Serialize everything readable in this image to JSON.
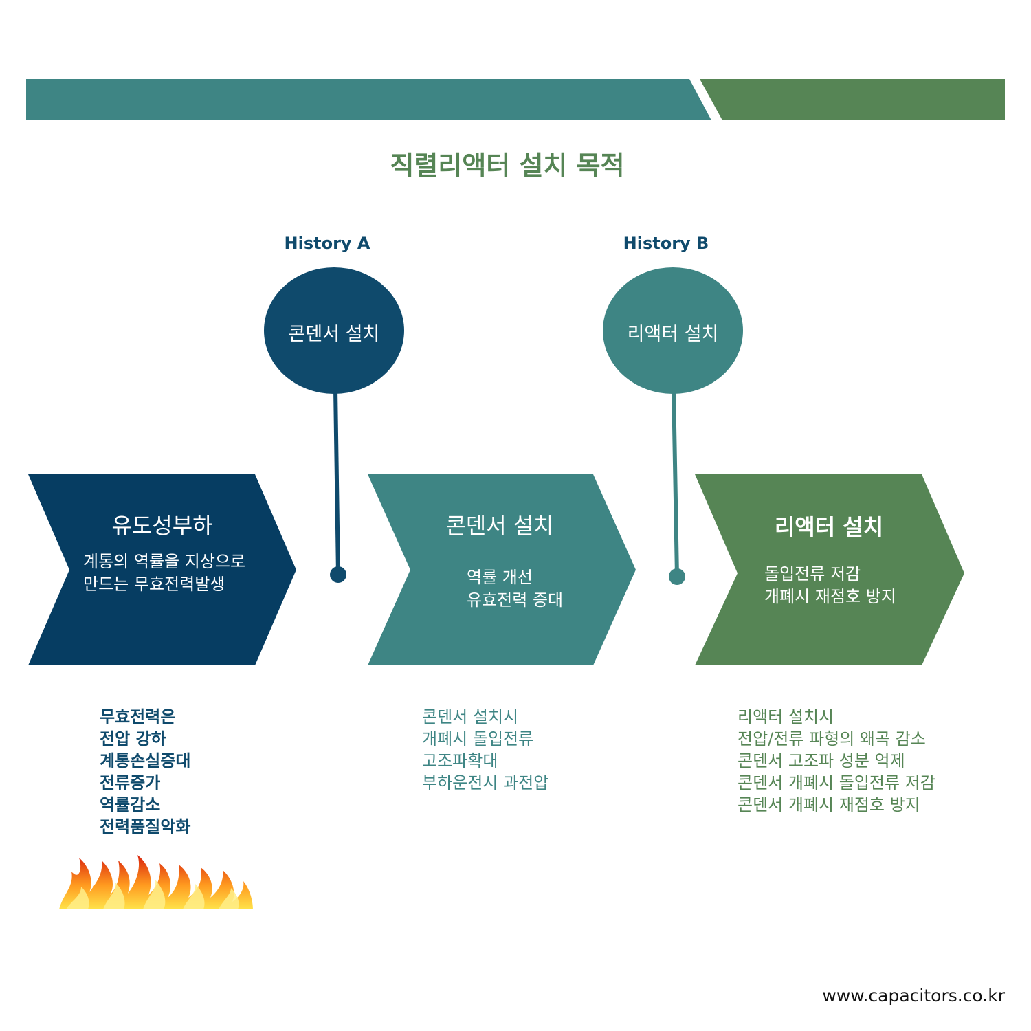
{
  "title": "직렬리액터 설치 목적",
  "colors": {
    "navy": "#0f4a6c",
    "navy_dark": "#063d62",
    "teal": "#3e8584",
    "green": "#568555"
  },
  "history": [
    {
      "label": "History A",
      "bubble_text": "콘덴서 설치"
    },
    {
      "label": "History B",
      "bubble_text": "리액터 설치"
    }
  ],
  "stages": [
    {
      "title": "유도성부하",
      "lines": [
        "계통의 역률을 지상으로",
        "만드는 무효전력발생"
      ]
    },
    {
      "title": "콘덴서 설치",
      "lines": [
        "역률 개선",
        "유효전력 증대"
      ]
    },
    {
      "title": "리액터 설치",
      "lines": [
        "돌입전류 저감",
        "개폐시 재점호 방지"
      ]
    }
  ],
  "notes": [
    {
      "lines": [
        "무효전력은",
        "전압 강하",
        "계통손실증대",
        "전류증가",
        "역률감소",
        "전력품질악화"
      ]
    },
    {
      "lines": [
        "콘덴서 설치시",
        "개폐시 돌입전류",
        "고조파확대",
        "부하운전시 과전압"
      ]
    },
    {
      "lines": [
        "리액터 설치시",
        "전압/전류 파형의 왜곡 감소",
        "콘덴서 고조파 성분 억제",
        "콘덴서 개폐시 돌입전류 저감",
        "콘덴서 개폐시 재점호 방지"
      ]
    }
  ],
  "icons": {
    "fire": "fire-icon"
  },
  "website": "www.capacitors.co.kr"
}
